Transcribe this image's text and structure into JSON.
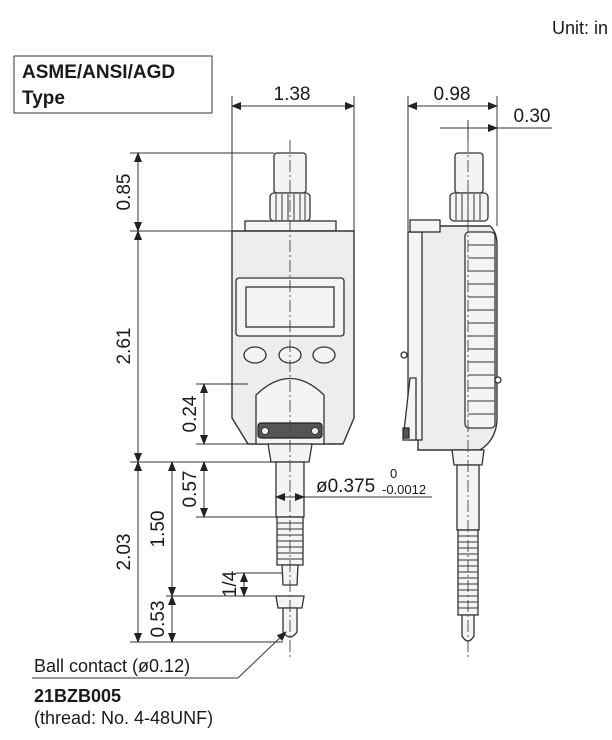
{
  "unit_label": "Unit: in",
  "type_box": {
    "line1": "ASME/ANSI/AGD",
    "line2": "Type"
  },
  "dimensions": {
    "width_front": "1.38",
    "depth_side": "0.98",
    "back_offset": "0.30",
    "cap_height": "0.85",
    "body_height": "2.61",
    "lower_offset": "0.24",
    "stem_length": "0.57",
    "spindle_travel": "1.50",
    "overall_lower": "2.03",
    "quarter_label": "1/4",
    "tip_length": "0.53",
    "stem_diameter": "ø0.375",
    "tol_upper": "0",
    "tol_lower": "-0.0012"
  },
  "notes": {
    "ball_contact": "Ball contact (ø0.12)",
    "part_number": "21BZB005",
    "thread": "(thread: No. 4-48UNF)"
  }
}
